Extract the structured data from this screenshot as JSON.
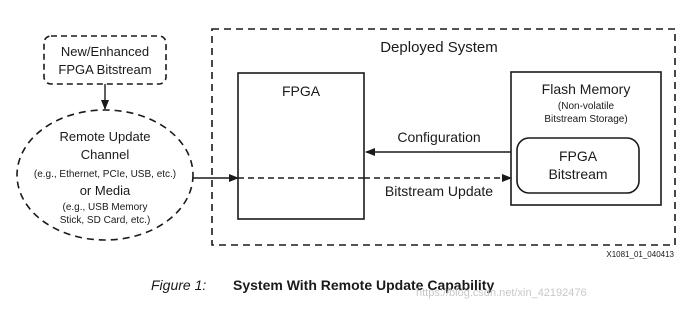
{
  "diagram": {
    "bitstream_box": {
      "line1": "New/Enhanced",
      "line2": "FPGA Bitstream"
    },
    "channel_ellipse": {
      "line1": "Remote Update",
      "line2": "Channel",
      "line3": "(e.g., Ethernet, PCIe, USB, etc.)",
      "line4": "or Media",
      "line5": "(e.g., USB Memory",
      "line6": "Stick, SD Card, etc.)"
    },
    "deployed_system": {
      "title": "Deployed System"
    },
    "fpga": {
      "label": "FPGA"
    },
    "flash_memory": {
      "title": "Flash Memory",
      "sub1": "(Non-volatile",
      "sub2": "Bitstream Storage)",
      "inner_line1": "FPGA",
      "inner_line2": "Bitstream"
    },
    "arrows": {
      "configuration": "Configuration",
      "bitstream_update": "Bitstream Update"
    },
    "figure_id": "X1081_01_040413"
  },
  "caption": {
    "number": "Figure 1:",
    "title": "System With Remote Update Capability"
  },
  "watermark": "https://blog.csdn.net/xin_42192476"
}
